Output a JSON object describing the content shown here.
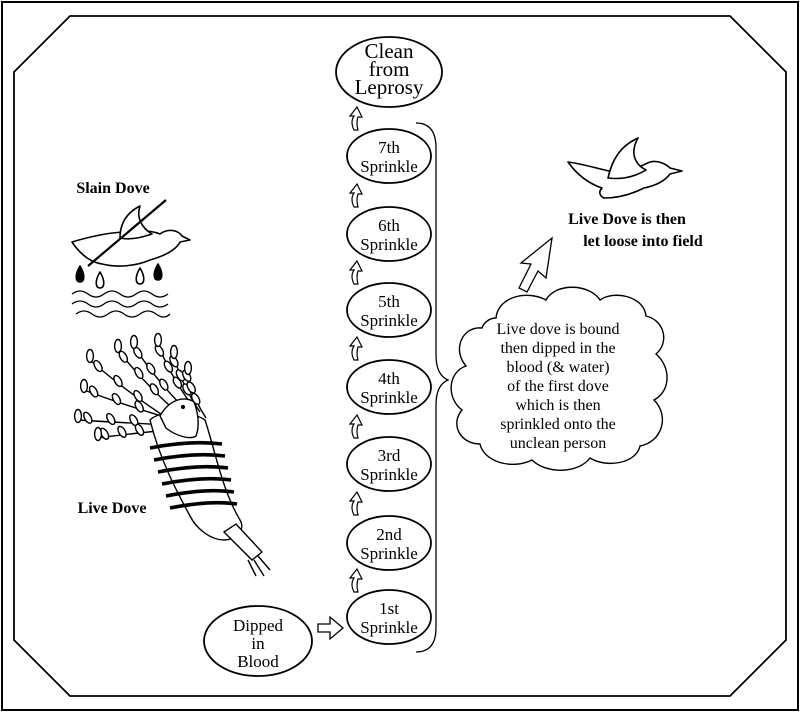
{
  "colors": {
    "stroke": "#000000",
    "background": "#ffffff"
  },
  "labels": {
    "clean_line1": "Clean",
    "clean_line2": "from",
    "clean_line3": "Leprosy",
    "slain_dove": "Slain Dove",
    "live_dove": "Live  Dove",
    "live_dove_loose_line1": "Live Dove is then",
    "live_dove_loose_line2": "let loose into field",
    "dipped_line1": "Dipped",
    "dipped_line2": "in",
    "dipped_line3": "Blood",
    "sprinkle_word": "Sprinkle"
  },
  "sprinkles": [
    "1st",
    "2nd",
    "3rd",
    "4th",
    "5th",
    "6th",
    "7th"
  ],
  "cloud_lines": [
    "Live dove is bound",
    "then dipped in the",
    "blood (& water)",
    "of the first dove",
    "which is then",
    "sprinkled onto the",
    "unclean person"
  ],
  "icons": {
    "slain_dove": "slain-dove-icon",
    "live_dove_bundle": "hyssop-bundle-icon",
    "flying_dove": "flying-dove-icon"
  }
}
